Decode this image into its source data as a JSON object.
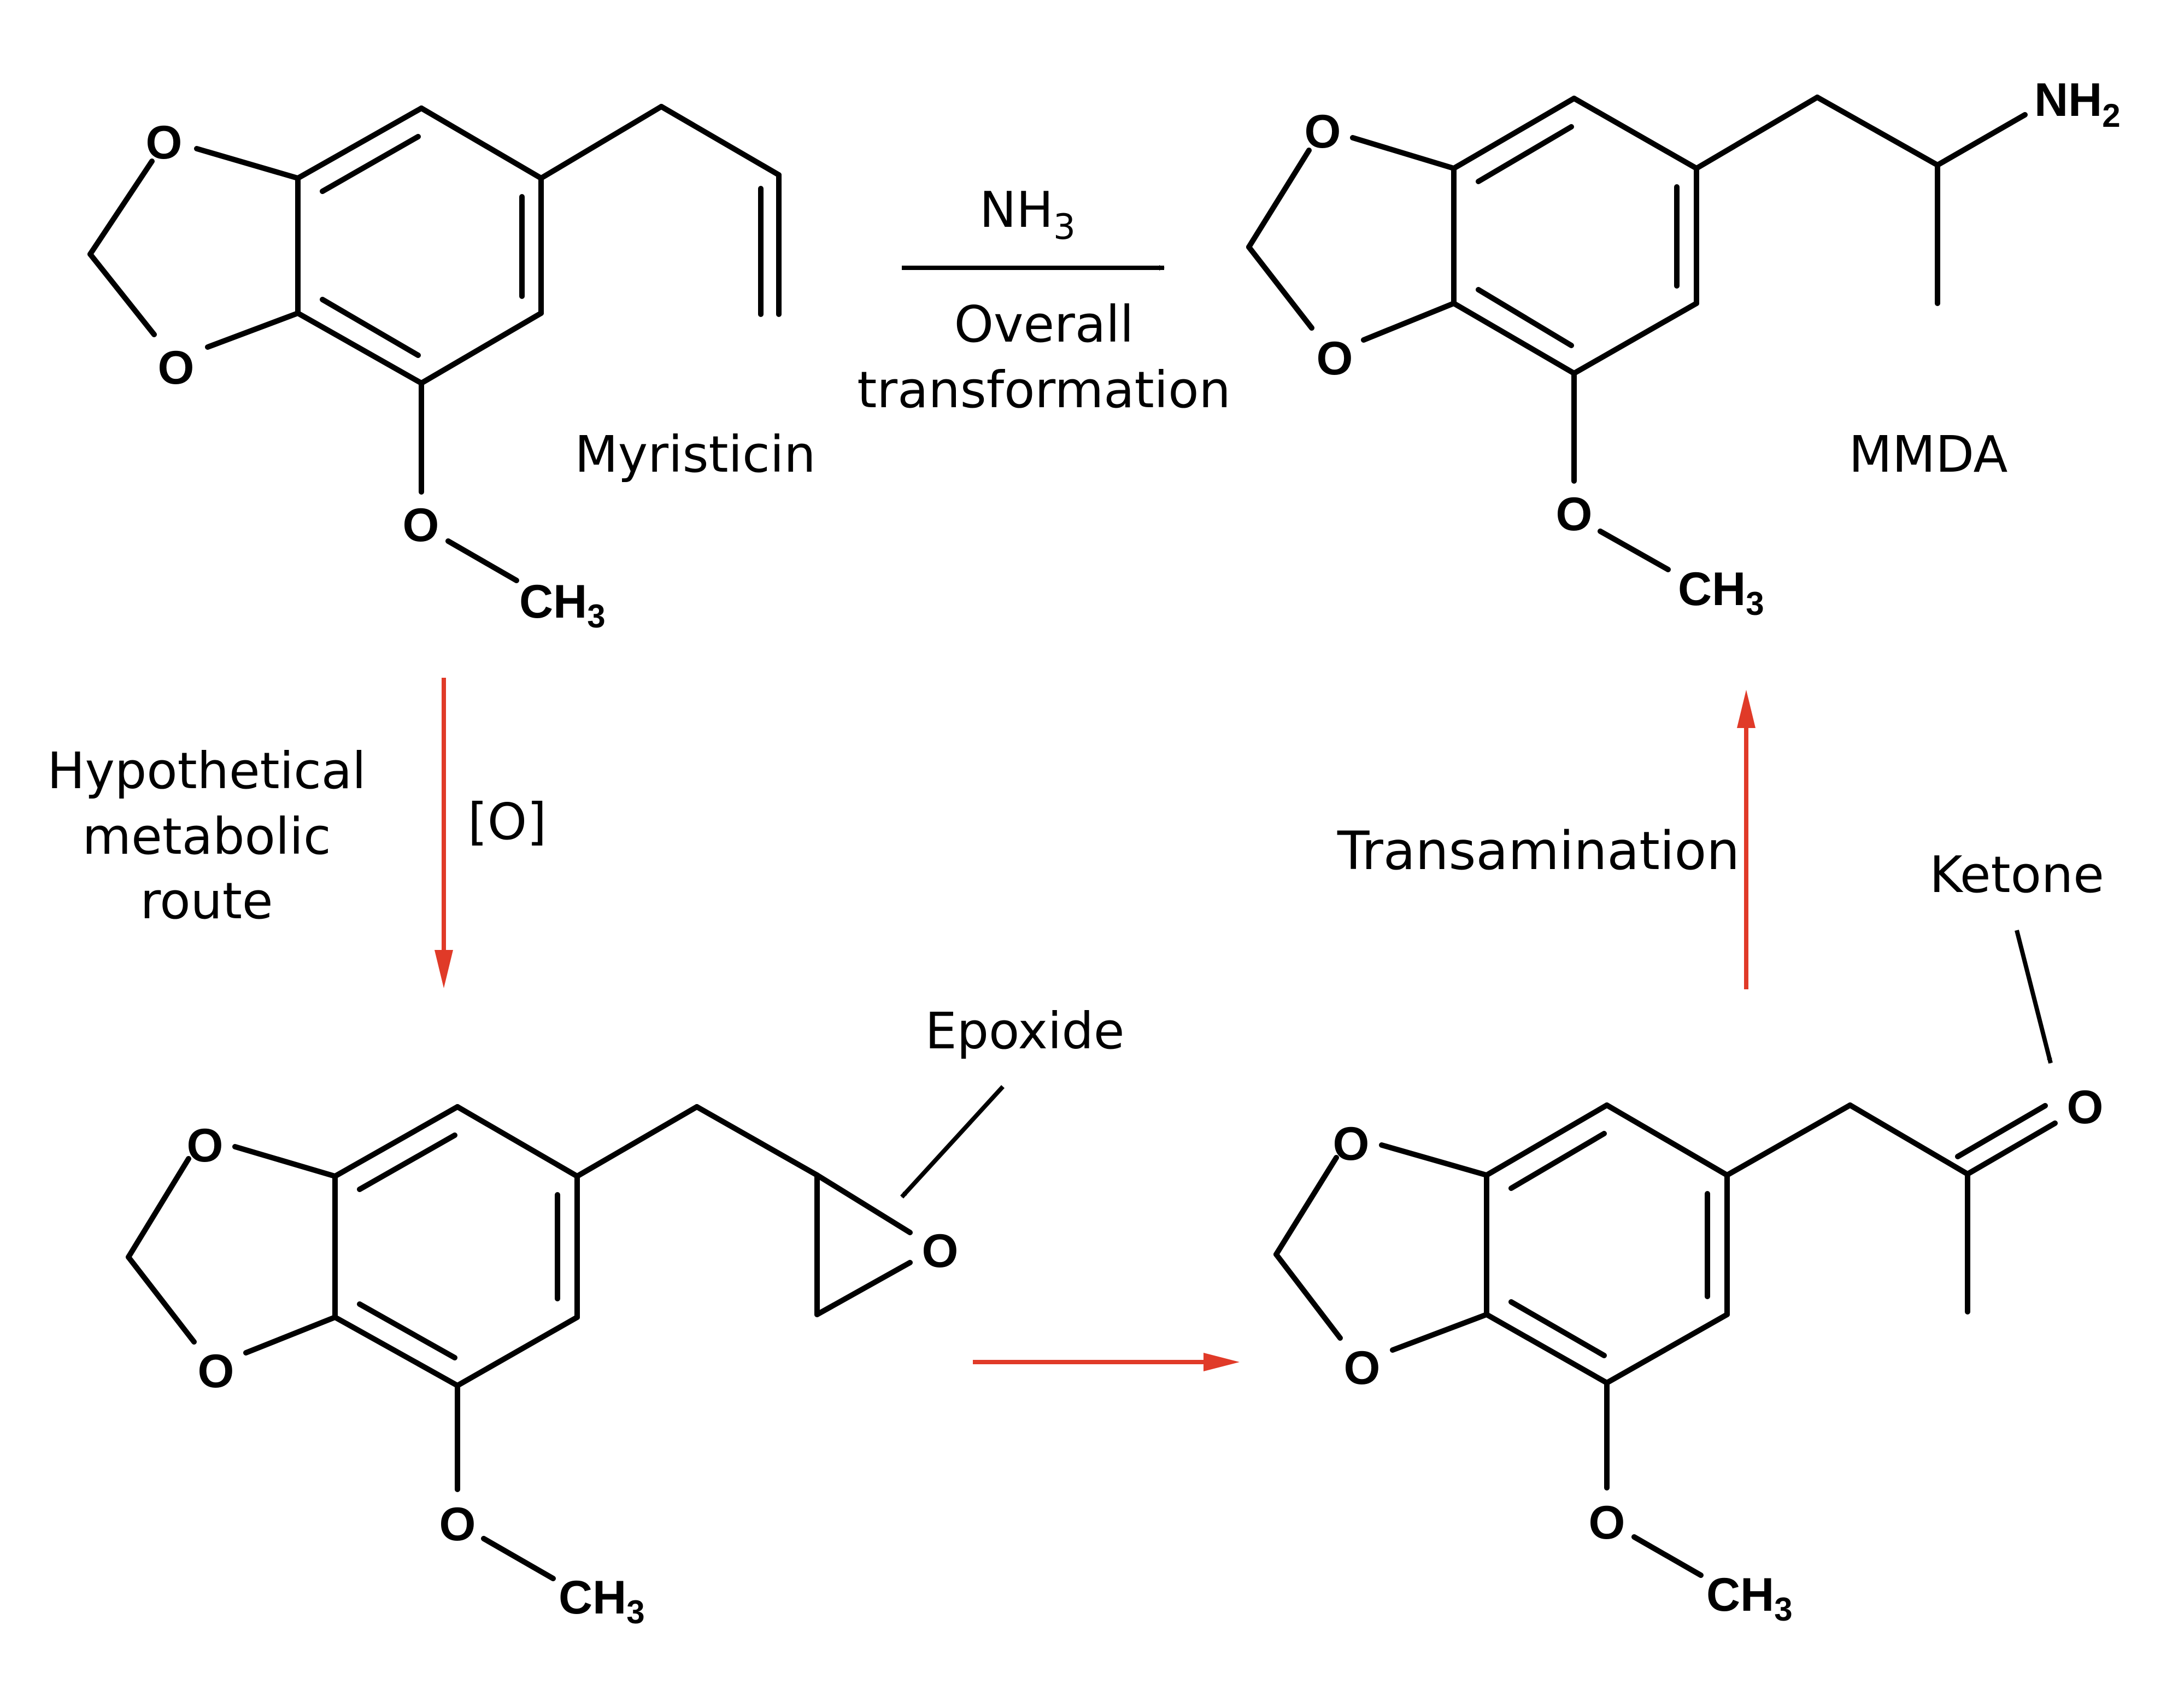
{
  "colors": {
    "ink": "#000000",
    "route_red": "#e03a28",
    "route_text": "#cc2229",
    "background": "#ffffff"
  },
  "compounds": {
    "myristicin": {
      "name": "Myristicin"
    },
    "mmda": {
      "name": "MMDA"
    },
    "epoxide_intermediate": {
      "callout": "Epoxide"
    },
    "ketone_intermediate": {
      "callout": "Ketone"
    }
  },
  "atoms": {
    "oxygen": "O",
    "methyl": "CH",
    "methyl_subscript": "3",
    "amine": "NH",
    "amine_subscript": "2"
  },
  "reactions": {
    "overall": {
      "reagent": "NH",
      "reagent_subscript": "3",
      "caption_line1": "Overall",
      "caption_line2": "transformation"
    },
    "oxidation": {
      "reagent": "[O]"
    },
    "transamination": {
      "label": "Transamination"
    }
  },
  "route_label": {
    "line1": "Hypothetical",
    "line2": "metabolic",
    "line3": "route"
  }
}
